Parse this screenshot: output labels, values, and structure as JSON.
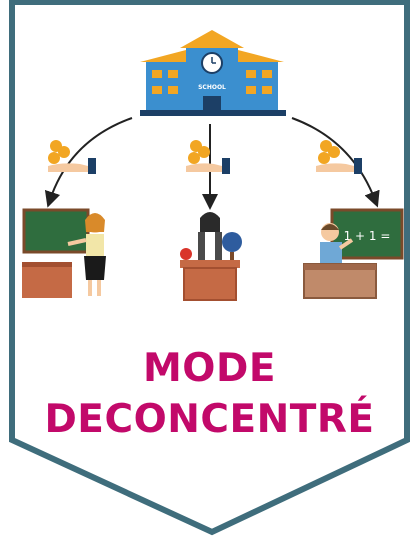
{
  "school": {
    "sign": "SCHOOL"
  },
  "board_right": {
    "text": "1 + 1 ="
  },
  "title": {
    "line1": "MODE",
    "line2": "DECONCENTRÉ"
  },
  "colors": {
    "frame": "#3f6d7c",
    "title": "#c2096a",
    "building": "#3b8fcf",
    "roof": "#f2a623",
    "board": "#2f6d3e",
    "desk": "#c56a45"
  },
  "icons": [
    "school-building-icon",
    "coins-hand-icon",
    "teacher-icon",
    "arrow-icon"
  ]
}
